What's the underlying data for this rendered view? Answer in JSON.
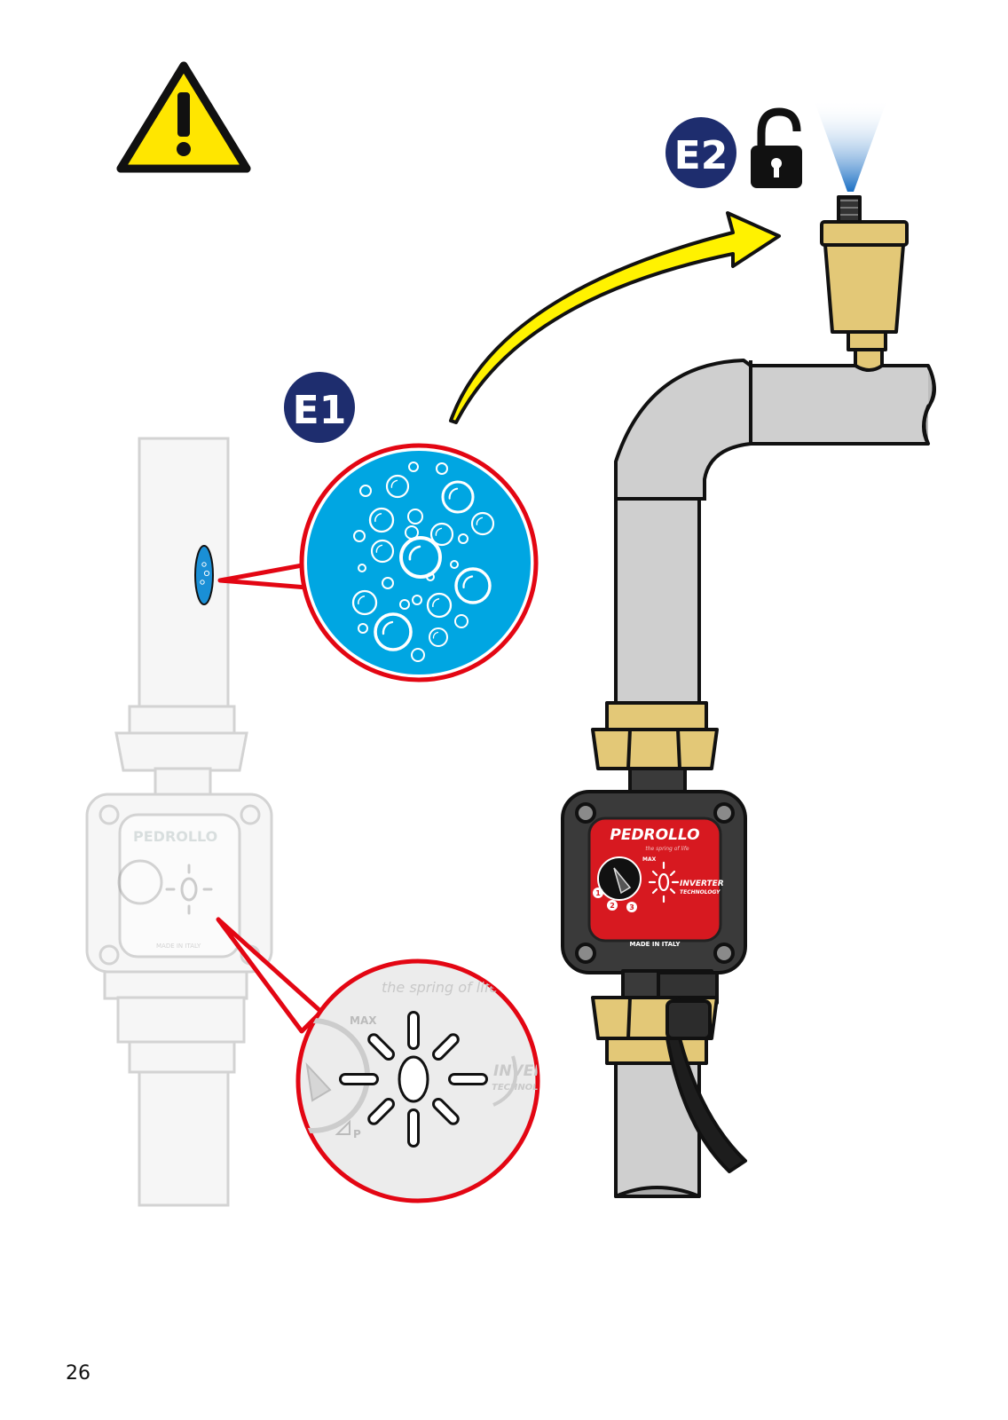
{
  "badges": {
    "e1": "E1",
    "e2": "E2"
  },
  "pump": {
    "brand": "PEDROLLO",
    "tagline": "the spring of life",
    "dial_max": "MAX",
    "inverter_line1": "INVERTER",
    "inverter_line2": "TECHNOLOGY",
    "made_in": "MADE IN ITALY",
    "dial_marks": [
      "1",
      "2",
      "3"
    ],
    "p_mark": "P"
  },
  "page": {
    "number": "26"
  },
  "colors": {
    "warning_yellow": "#ffe600",
    "badge_navy": "#1e2d6e",
    "callout_red": "#e30613",
    "bubble_blue": "#00a6e2",
    "pipe_grey": "#cfcfcf",
    "brass": "#e3c877",
    "pump_red": "#d71920",
    "arrow_yellow": "#fff200"
  },
  "icons": {
    "warning": "warning-triangle-icon",
    "unlock": "unlocked-padlock-icon",
    "air_vent": "automatic-air-vent-icon"
  }
}
